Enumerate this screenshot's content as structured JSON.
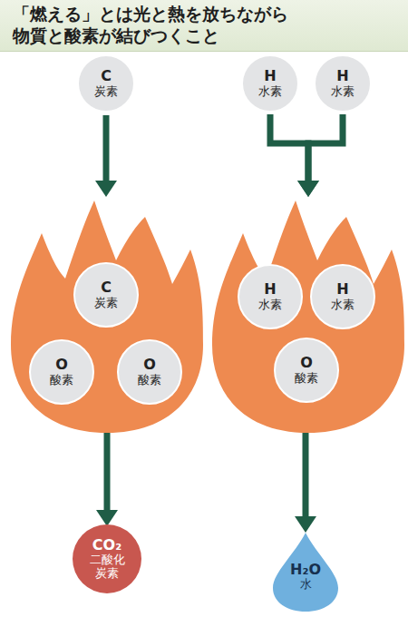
{
  "diagram": {
    "title": "「燃える」とは光と熱を放ちながら 物質と酸素が結びつくこと",
    "nodes": [
      {
        "text": [
          "C",
          "炭素"
        ]
      },
      {
        "text": [
          "H",
          "水素"
        ]
      },
      {
        "text": [
          "H",
          "水素"
        ]
      },
      {
        "text": []
      },
      {
        "text": [
          "C",
          "炭素"
        ],
        "in": 3
      },
      {
        "text": [
          "O",
          "酸素"
        ],
        "in": 3
      },
      {
        "text": [
          "O",
          "酸素"
        ],
        "in": 3
      },
      {
        "text": []
      },
      {
        "text": [
          "H",
          "水素"
        ],
        "in": 7
      },
      {
        "text": [
          "H",
          "水素"
        ],
        "in": 7
      },
      {
        "text": [
          "O",
          "酸素"
        ],
        "in": 7
      },
      {
        "text": [
          "CO₂",
          "二酸化 炭素"
        ]
      },
      {
        "text": [
          "H₂O",
          "水"
        ]
      }
    ],
    "edges": [
      {
        "from": 0,
        "to": 3,
        "arrow": "to"
      },
      {
        "from": 1,
        "to": 7,
        "arrow": "to"
      },
      {
        "from": 2,
        "to": 7,
        "arrow": "to"
      },
      {
        "from": 3,
        "to": 11,
        "arrow": "to"
      },
      {
        "from": 7,
        "to": 12,
        "arrow": "to"
      }
    ]
  }
}
